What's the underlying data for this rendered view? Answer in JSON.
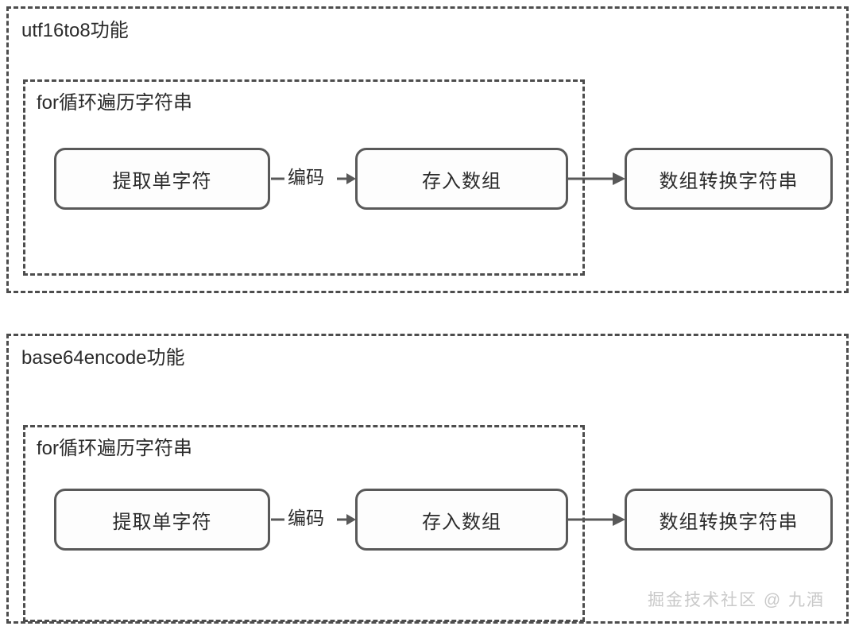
{
  "canvas": {
    "background": "#ffffff",
    "stroke_color": "#4d4d4d",
    "node_border_color": "#595959",
    "text_color": "#2b2b2b"
  },
  "sections": [
    {
      "id": "utf16to8",
      "title": "utf16to8功能",
      "loop": {
        "label": "for循环遍历字符串"
      },
      "nodes": [
        {
          "id": "extract",
          "label": "提取单字符"
        },
        {
          "id": "store",
          "label": "存入数组"
        },
        {
          "id": "tostr",
          "label": "数组转换字符串"
        }
      ],
      "edges": [
        {
          "from": "extract",
          "to": "store",
          "label": "编码"
        },
        {
          "from": "store",
          "to": "tostr",
          "label": ""
        }
      ]
    },
    {
      "id": "base64encode",
      "title": "base64encode功能",
      "loop": {
        "label": "for循环遍历字符串"
      },
      "nodes": [
        {
          "id": "extract",
          "label": "提取单字符"
        },
        {
          "id": "store",
          "label": "存入数组"
        },
        {
          "id": "tostr",
          "label": "数组转换字符串"
        }
      ],
      "edges": [
        {
          "from": "extract",
          "to": "store",
          "label": "编码"
        },
        {
          "from": "store",
          "to": "tostr",
          "label": ""
        }
      ]
    }
  ],
  "watermark": {
    "text": "掘金技术社区 @ 九酒",
    "color": "#c9c9c9"
  }
}
